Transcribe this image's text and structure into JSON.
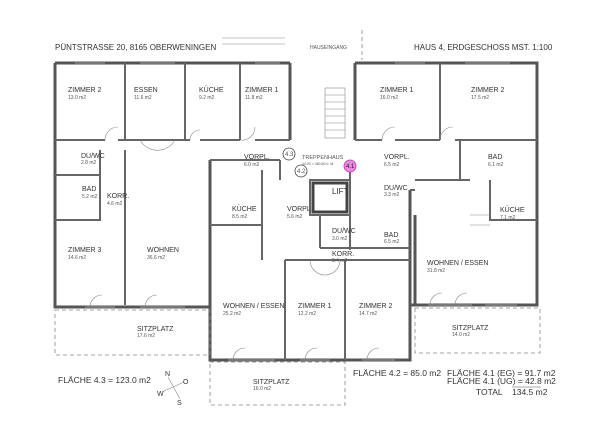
{
  "header": {
    "address": "PÜNTSTRASSE 20,  8165 OBERWENINGEN",
    "entrance": "HAUSEINGANG",
    "title": "HAUS 4,  ERDGESCHOSS  MST. 1:100"
  },
  "rooms": [
    {
      "name": "ZIMMER 2",
      "area": "13.0 m2"
    },
    {
      "name": "ESSEN",
      "area": "11.6 m2"
    },
    {
      "name": "KÜCHE",
      "area": "9.2 m2"
    },
    {
      "name": "ZIMMER 1",
      "area": "11.8 m2"
    },
    {
      "name": "ZIMMER 1",
      "area": "16.0 m2"
    },
    {
      "name": "ZIMMER 2",
      "area": "17.5 m2"
    },
    {
      "name": "DU/WC",
      "area": "2.8 m2"
    },
    {
      "name": "BAD",
      "area": "5.2 m2"
    },
    {
      "name": "KORR.",
      "area": "4.6 m2"
    },
    {
      "name": "VORPL.",
      "area": "6.0 m2"
    },
    {
      "name": "TREPPENHAUS",
      "area": "44.00 = 460.80 ü. M."
    },
    {
      "name": "VORPL.",
      "area": "6.5 m2"
    },
    {
      "name": "BAD",
      "area": "6.1 m2"
    },
    {
      "name": "DU/WC",
      "area": "3.3 m2"
    },
    {
      "name": "KÜCHE",
      "area": "7.1 m2"
    },
    {
      "name": "KÜCHE",
      "area": "8.5 m2"
    },
    {
      "name": "VORPL.",
      "area": "5.6 m2"
    },
    {
      "name": "DU/WC",
      "area": "3.0 m2"
    },
    {
      "name": "BAD",
      "area": "6.5 m2"
    },
    {
      "name": "KORR.",
      "area": "3.4 m2"
    },
    {
      "name": "ZIMMER 3",
      "area": "14.6 m2"
    },
    {
      "name": "WOHNEN",
      "area": "36.6 m2"
    },
    {
      "name": "WOHNEN / ESSEN",
      "area": "31.8 m2"
    },
    {
      "name": "WOHNEN / ESSEN",
      "area": "25.2 m2"
    },
    {
      "name": "ZIMMER 1",
      "area": "12.2 m2"
    },
    {
      "name": "ZIMMER 2",
      "area": "14.7 m2"
    },
    {
      "name": "SITZPLATZ",
      "area": "17.6 m2"
    },
    {
      "name": "SITZPLATZ",
      "area": "14.0 m2"
    },
    {
      "name": "SITZPLATZ",
      "area": "16.0 m2"
    }
  ],
  "lift": "LIFT",
  "unit_markers": {
    "u43": "4.3",
    "u42": "4.2",
    "u41": "4.1",
    "highlight_color": "#e040c0"
  },
  "compass": {
    "n": "N",
    "o": "O",
    "s": "S",
    "w": "W"
  },
  "areas": {
    "a43": "FLÄCHE  4.3 = 123.0 m2",
    "a42": "FLÄCHE  4.2 = 85.0 m2",
    "a41eg_label": "FLÄCHE  4.1 (EG) = 91.7 m2",
    "a41ug_label": "FLÄCHE  4.1 (UG) = 42.8 m2",
    "total_label": "TOTAL",
    "total_value": "134.5 m2"
  }
}
